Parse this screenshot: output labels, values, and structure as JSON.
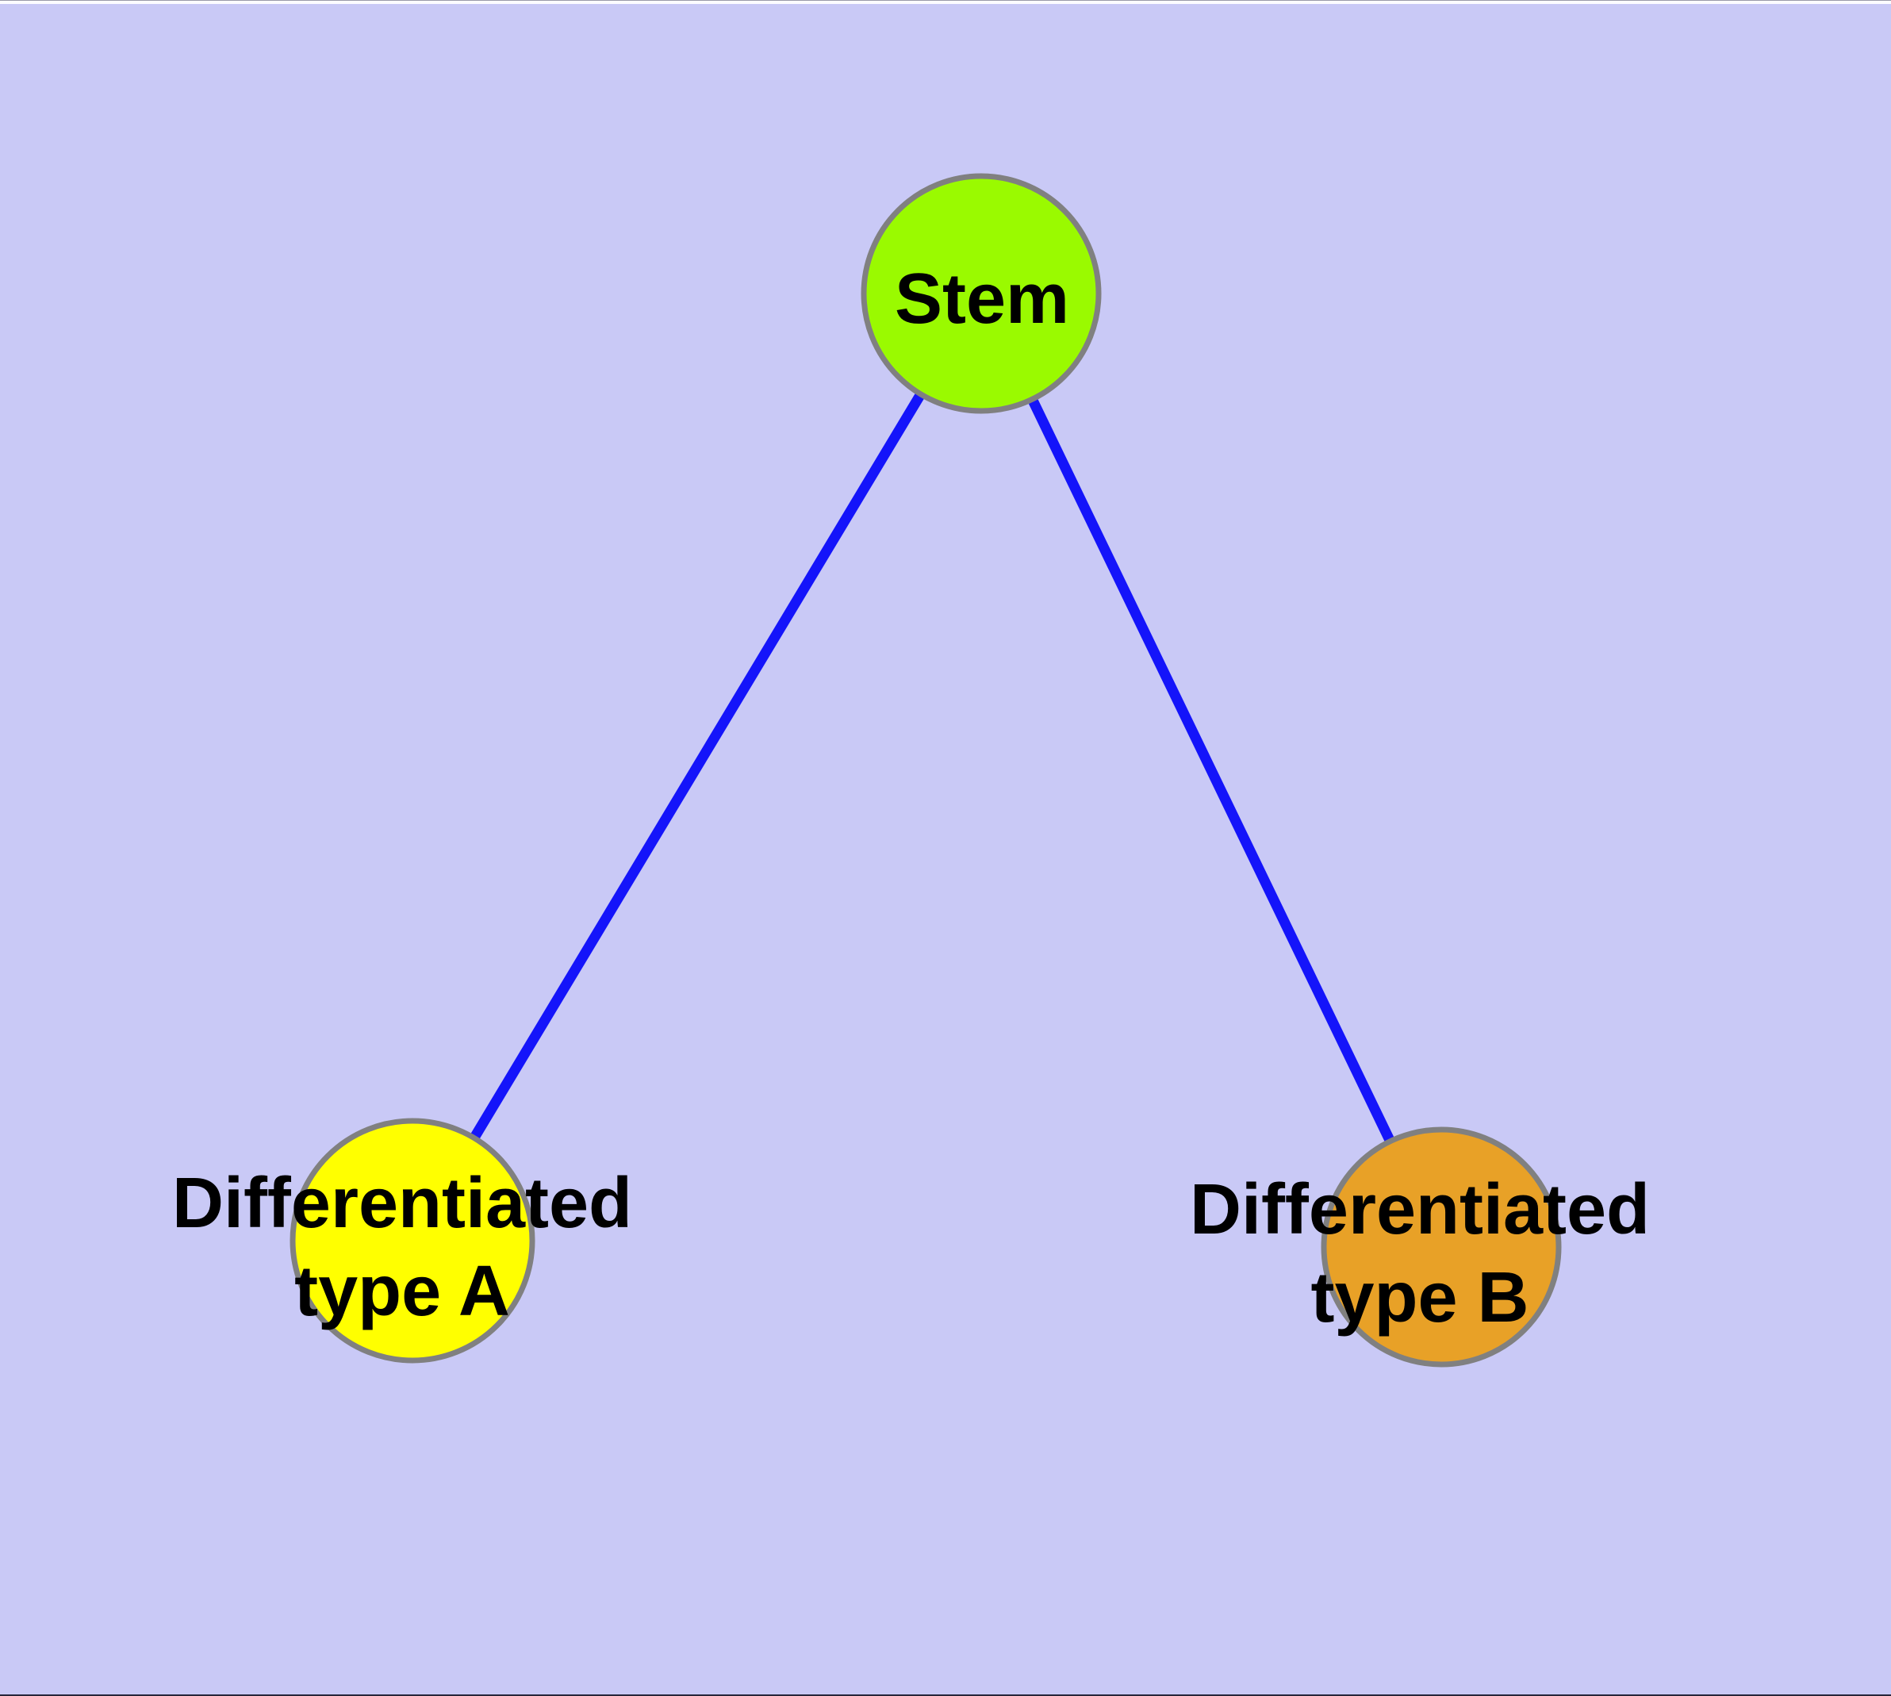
{
  "diagram": {
    "type": "graph",
    "background_color": "#c9c9f6",
    "node_border_color": "#808080",
    "edge_color": "#1414fa",
    "label_color": "#000000",
    "nodes": {
      "stem": {
        "label": "Stem",
        "fill": "#9afa00"
      },
      "type_a": {
        "label_line1": "Differentiated",
        "label_line2": "type A",
        "fill": "#ffff00"
      },
      "type_b": {
        "label_line1": "Differentiated",
        "label_line2": "type B",
        "fill": "#e8a127"
      }
    },
    "edges": {
      "list": [
        {
          "from": "Stem",
          "to": "Differentiated type A"
        },
        {
          "from": "Stem",
          "to": "Differentiated type B"
        }
      ]
    }
  }
}
